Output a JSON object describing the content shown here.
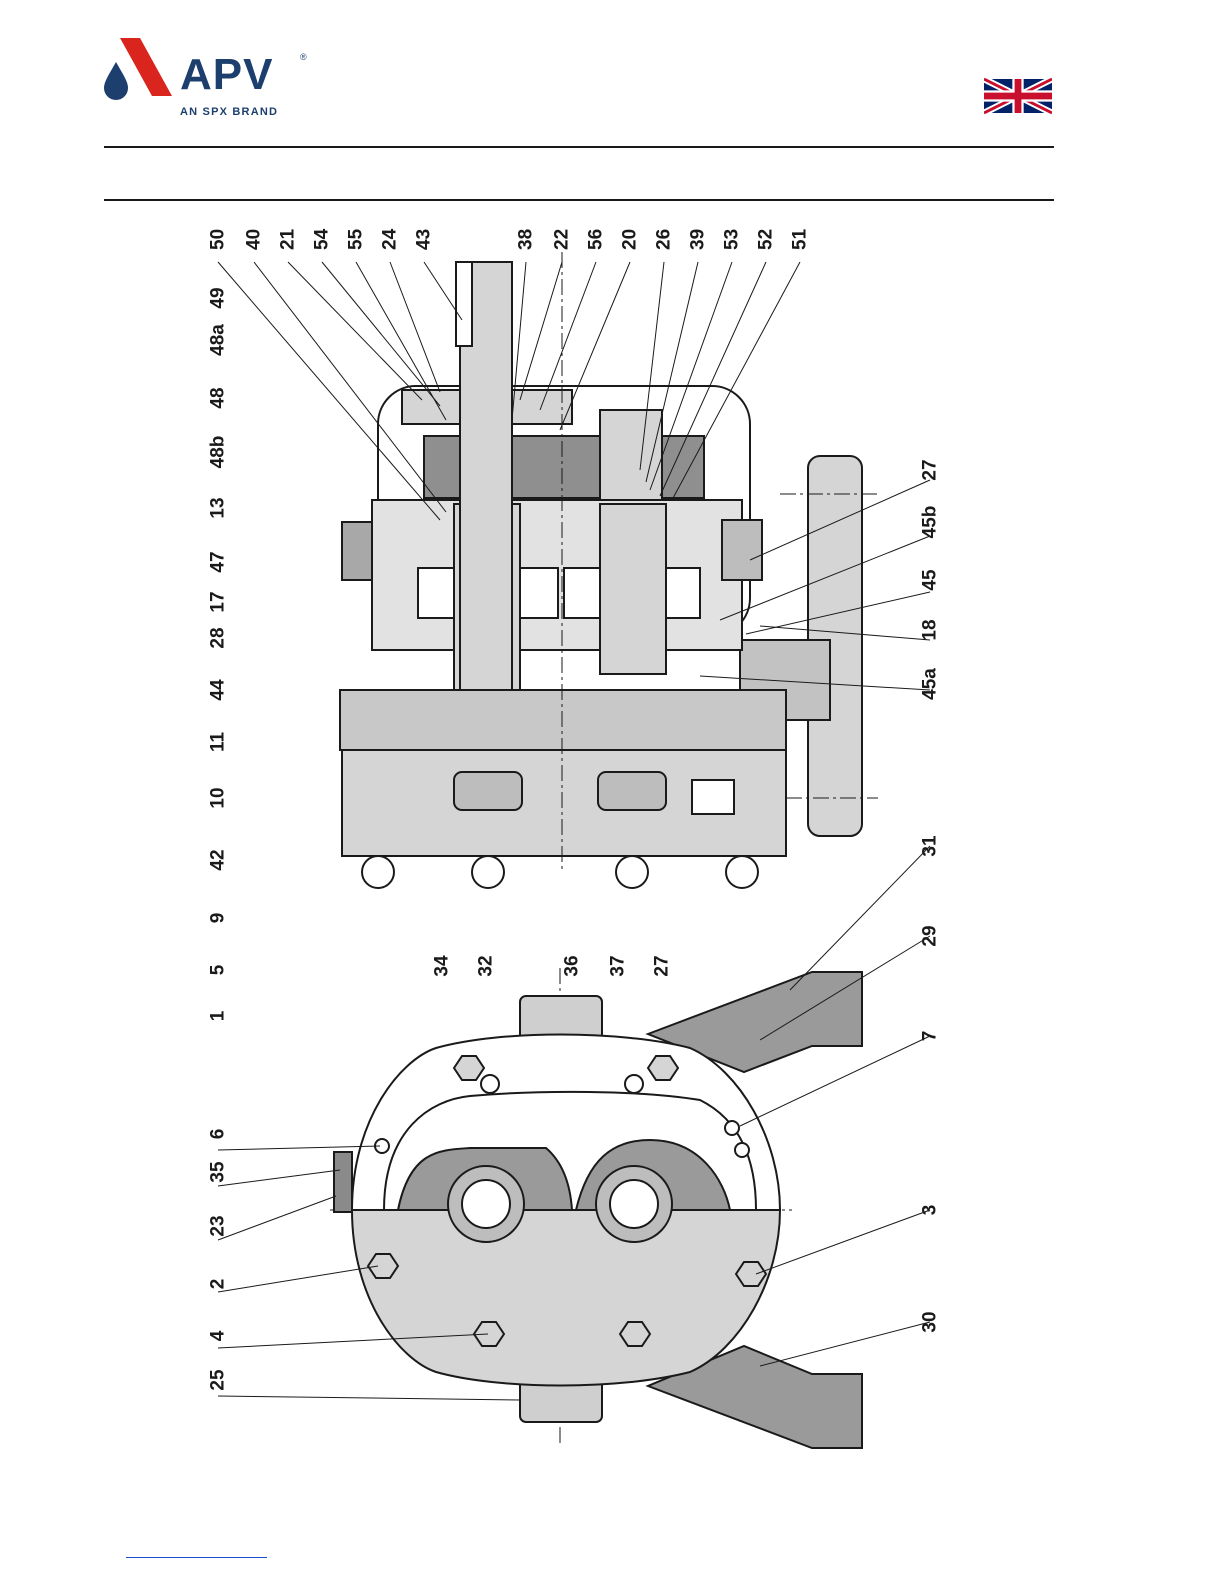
{
  "header": {
    "logo_text": "APV",
    "logo_registered": "®",
    "logo_tagline": "AN SPX BRAND",
    "language_flag_icon": "uk-flag-icon"
  },
  "colors": {
    "brand_red": "#d9251d",
    "brand_navy": "#1c3f6e",
    "part_grey": "#d5d5d5",
    "part_dark": "#8f8f8f",
    "line": "#1a1a1a"
  },
  "diagram": {
    "callouts_top": [
      "50",
      "40",
      "21",
      "54",
      "55",
      "24",
      "43",
      "38",
      "22",
      "56",
      "20",
      "26",
      "39",
      "53",
      "52",
      "51"
    ],
    "callouts_left": [
      "49",
      "48a",
      "48",
      "48b",
      "13",
      "47",
      "17",
      "28",
      "44",
      "11",
      "10",
      "42",
      "9",
      "5",
      "1"
    ],
    "callouts_right_upper": [
      "27",
      "45b",
      "45",
      "18",
      "45a"
    ],
    "callouts_middle": [
      "34",
      "32",
      "36",
      "37",
      "27"
    ],
    "callouts_left_lower": [
      "6",
      "35",
      "23",
      "2",
      "4",
      "25"
    ],
    "callouts_right_lower": [
      "31",
      "29",
      "7",
      "3",
      "30"
    ]
  }
}
